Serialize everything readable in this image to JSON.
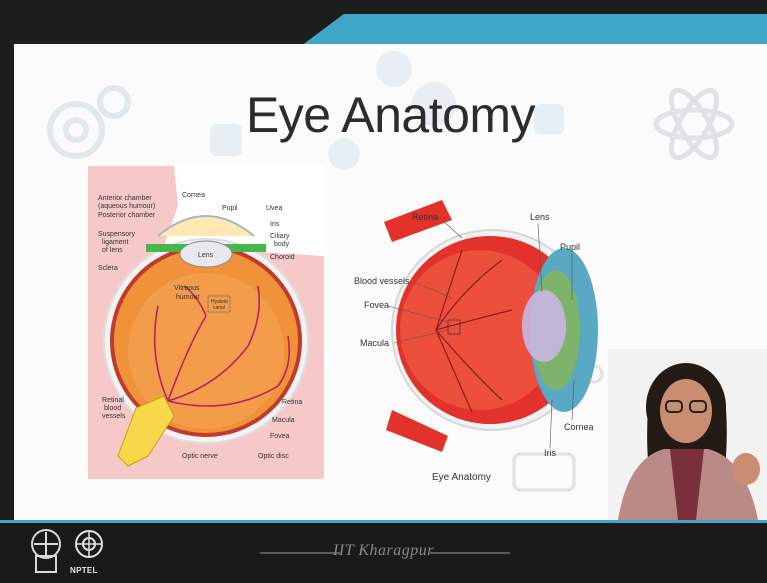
{
  "slide": {
    "title": "Eye Anatomy"
  },
  "left_diagram": {
    "labels": {
      "anterior_chamber": "Anterior chamber",
      "aqueous_humour": "(aqueous humour)",
      "posterior_chamber": "Posterior chamber",
      "cornea": "Cornea",
      "pupil": "Pupil",
      "uvea": "Uvea",
      "iris": "Iris",
      "ciliary": "Ciliary",
      "body": "body",
      "choroid": "Choroid",
      "suspensory": "Suspensory",
      "ligament": "ligament",
      "of_lens": "of lens",
      "lens": "Lens",
      "sclera": "Sclera",
      "vitreous": "Vitreous",
      "humour": "humour",
      "hyaloid": "Hyaloid",
      "canal": "canal",
      "retinal": "Retinal",
      "blood": "blood",
      "vessels": "vessels",
      "retina": "Retina",
      "macula": "Macula",
      "fovea": "Fovea",
      "optic_nerve": "Optic nerve",
      "optic_disc": "Optic disc"
    }
  },
  "right_diagram": {
    "caption": "Eye Anatomy",
    "labels": {
      "retina": "Retina",
      "lens": "Lens",
      "pupil": "Pupil",
      "blood_vessels": "Blood vessels",
      "fovea": "Fovea",
      "macula": "Macula",
      "cornea": "Cornea",
      "iris": "Iris"
    }
  },
  "footer": {
    "institute": "IIT Kharagpur",
    "logo_label": "NPTEL"
  },
  "colors": {
    "header_dark": "#1d1d1d",
    "header_accent": "#3fa6c8",
    "slide_bg": "#fbfbfb",
    "left_bg_pink": "#f6c9c8",
    "eyeball_orange": "#f0923a",
    "eyeball_red": "#e3312b"
  }
}
